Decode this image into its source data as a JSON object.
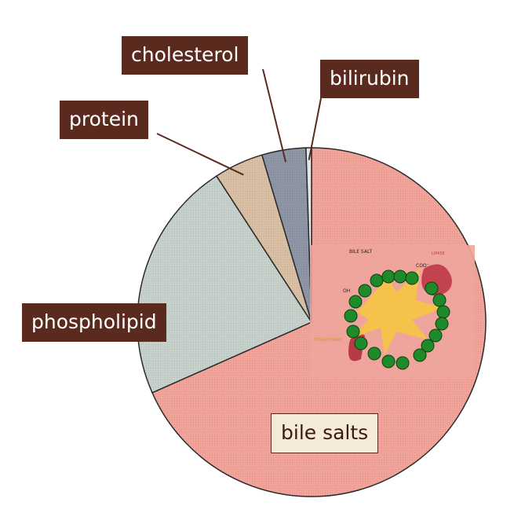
{
  "chart_data": {
    "type": "pie",
    "title": "",
    "slices": [
      {
        "label": "bile salts",
        "value": 67,
        "color": "#f2a49a"
      },
      {
        "label": "phospholipid",
        "value": 22,
        "color": "#c7d1cb"
      },
      {
        "label": "protein",
        "value": 4.5,
        "color": "#d9bfa3"
      },
      {
        "label": "cholesterol",
        "value": 4,
        "color": "#8e96a6"
      },
      {
        "label": "bilirubin",
        "value": 0.5,
        "color": "#e6e8ee"
      }
    ],
    "legend": "none",
    "inset_image": {
      "labels": [
        "BILE SALT",
        "LIPASE",
        "TRIGLYCERIDE",
        "COO⁻",
        "OH"
      ]
    }
  }
}
